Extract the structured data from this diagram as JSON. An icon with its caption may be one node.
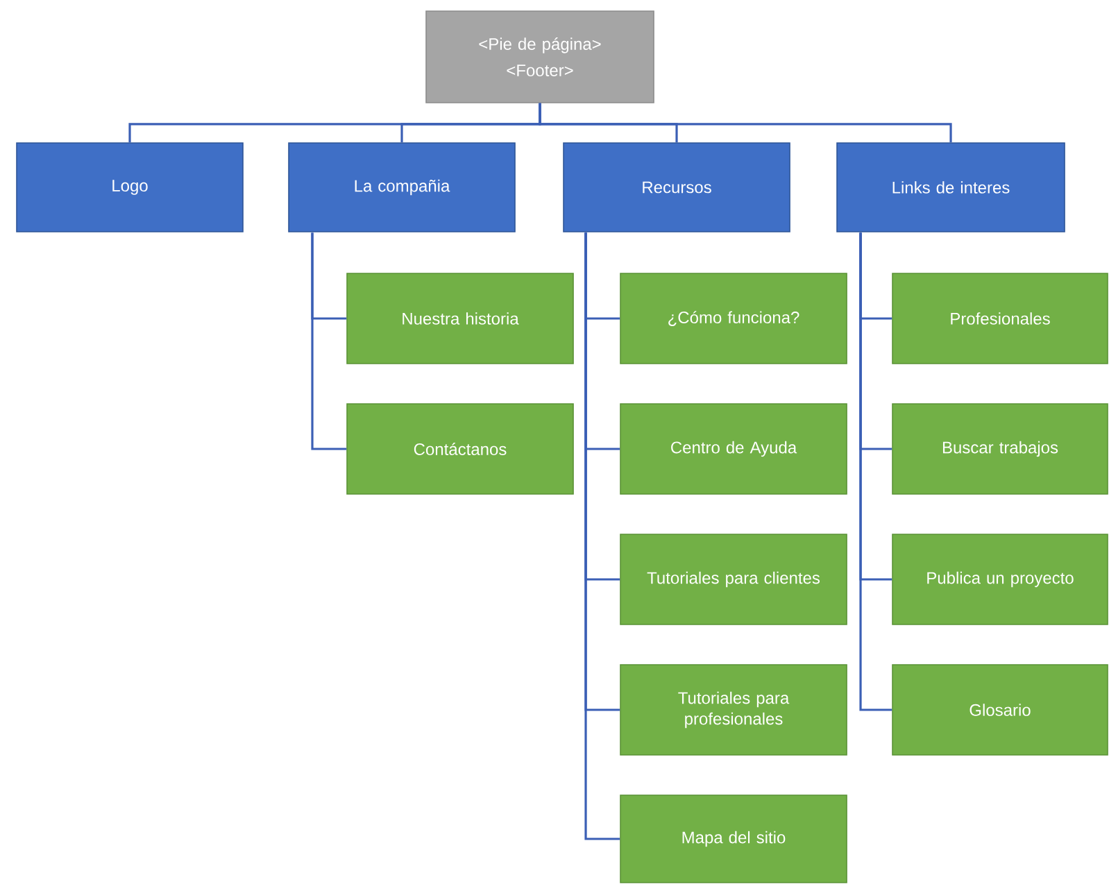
{
  "diagram": {
    "nodes": [
      {
        "text": [
          "<Pie de página>",
          "<Footer>"
        ]
      },
      {
        "text": [
          "Logo"
        ]
      },
      {
        "text": [
          "La compañia"
        ]
      },
      {
        "text": [
          "Recursos"
        ]
      },
      {
        "text": [
          "Links de interes"
        ]
      },
      {
        "text": [
          "Nuestra historia"
        ]
      },
      {
        "text": [
          "Contáctanos"
        ]
      },
      {
        "text": [
          "¿Cómo funciona?"
        ]
      },
      {
        "text": [
          "Centro de Ayuda"
        ]
      },
      {
        "text": [
          "Tutoriales para clientes"
        ]
      },
      {
        "text": [
          "Tutoriales para profesionales"
        ]
      },
      {
        "text": [
          "Mapa del sitio"
        ]
      },
      {
        "text": [
          "Profesionales"
        ]
      },
      {
        "text": [
          "Buscar trabajos"
        ]
      },
      {
        "text": [
          "Publica un proyecto"
        ]
      },
      {
        "text": [
          "Glosario"
        ]
      }
    ],
    "edges": [
      {
        "from": 0,
        "to": 1,
        "arrow": "none"
      },
      {
        "from": 0,
        "to": 2,
        "arrow": "none"
      },
      {
        "from": 0,
        "to": 3,
        "arrow": "none"
      },
      {
        "from": 0,
        "to": 4,
        "arrow": "none"
      },
      {
        "from": 2,
        "to": 5,
        "arrow": "none"
      },
      {
        "from": 2,
        "to": 6,
        "arrow": "none"
      },
      {
        "from": 3,
        "to": 7,
        "arrow": "none"
      },
      {
        "from": 3,
        "to": 8,
        "arrow": "none"
      },
      {
        "from": 3,
        "to": 9,
        "arrow": "none"
      },
      {
        "from": 3,
        "to": 10,
        "arrow": "none"
      },
      {
        "from": 3,
        "to": 11,
        "arrow": "none"
      },
      {
        "from": 4,
        "to": 12,
        "arrow": "none"
      },
      {
        "from": 4,
        "to": 13,
        "arrow": "none"
      },
      {
        "from": 4,
        "to": 14,
        "arrow": "none"
      },
      {
        "from": 4,
        "to": 15,
        "arrow": "none"
      }
    ]
  }
}
